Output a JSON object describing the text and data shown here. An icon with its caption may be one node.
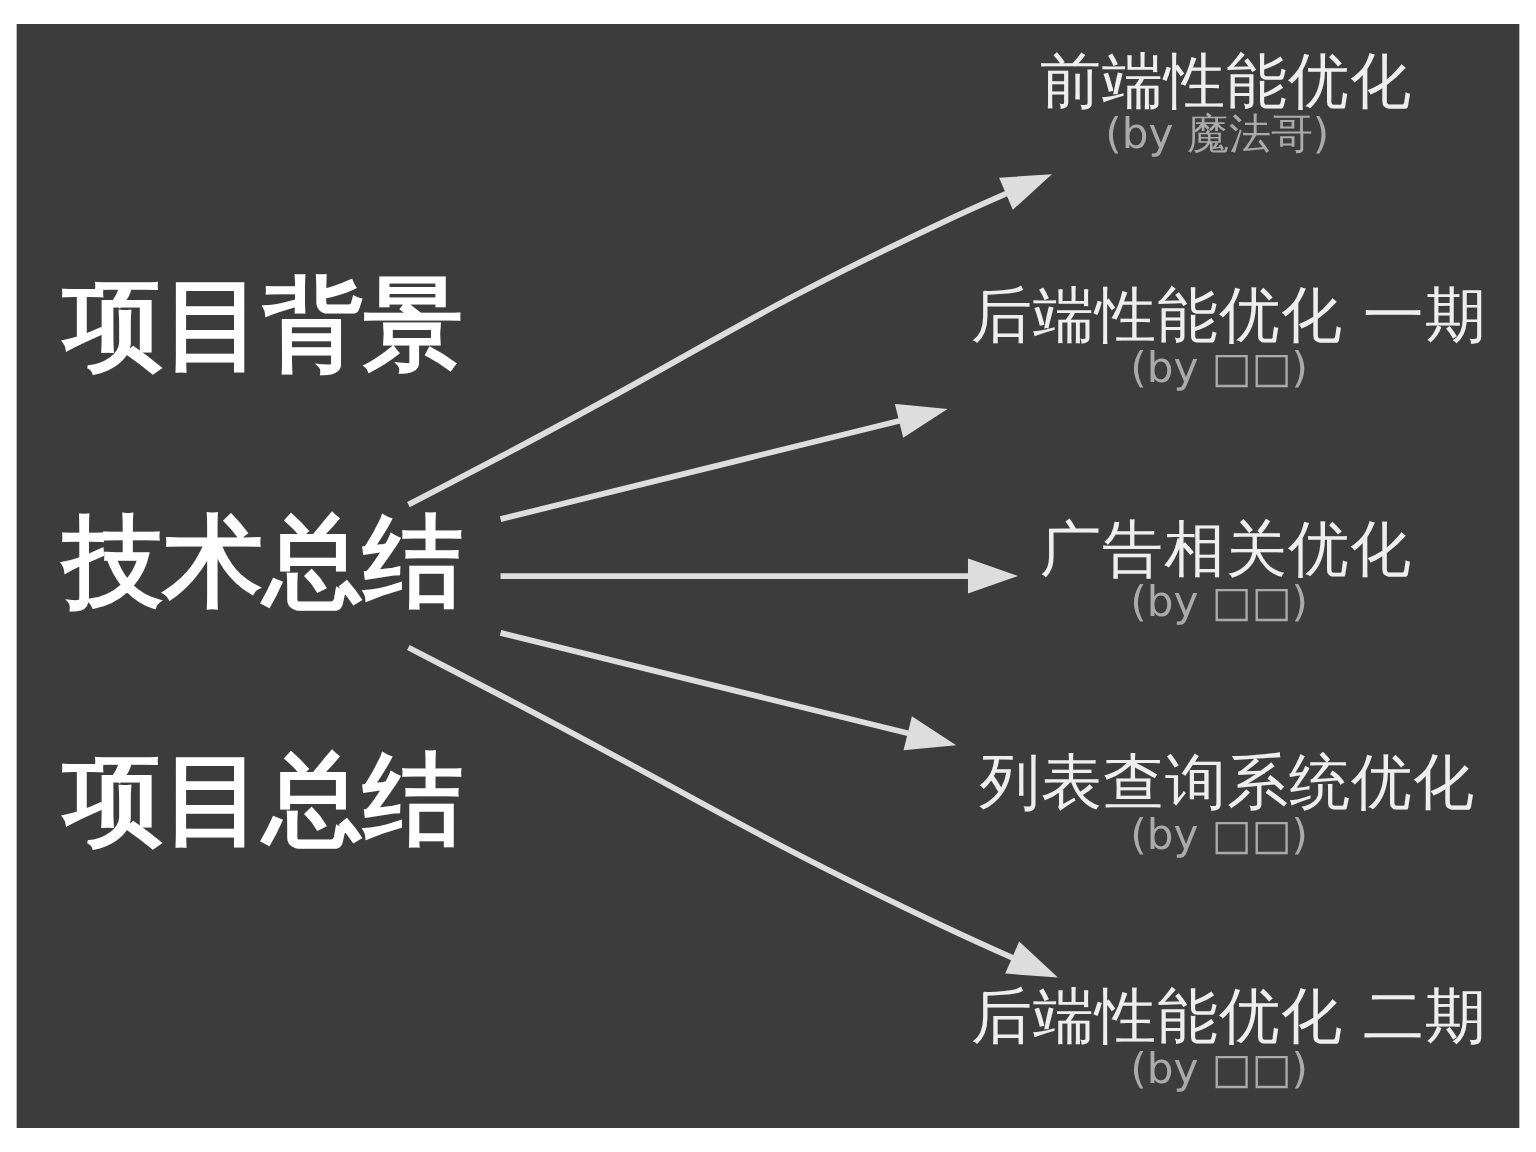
{
  "diagram": {
    "nodes": [
      {
        "text": [
          "项目背景"
        ]
      },
      {
        "text": [
          "技术总结"
        ]
      },
      {
        "text": [
          "项目总结"
        ]
      },
      {
        "text": [
          "前端性能优化",
          "(by 魔法哥)"
        ]
      },
      {
        "text": [
          "后端性能优化 一期",
          "(by □□)"
        ]
      },
      {
        "text": [
          "广告相关优化",
          "(by □□)"
        ]
      },
      {
        "text": [
          "列表查询系统优化",
          "(by □□)"
        ]
      },
      {
        "text": [
          "后端性能优化 二期",
          "(by □□)"
        ]
      }
    ],
    "edges": [
      {
        "from": 1,
        "to": 3,
        "arrow": "to"
      },
      {
        "from": 1,
        "to": 4,
        "arrow": "to"
      },
      {
        "from": 1,
        "to": 5,
        "arrow": "to"
      },
      {
        "from": 1,
        "to": 6,
        "arrow": "to"
      },
      {
        "from": 1,
        "to": 7,
        "arrow": "to"
      }
    ]
  }
}
